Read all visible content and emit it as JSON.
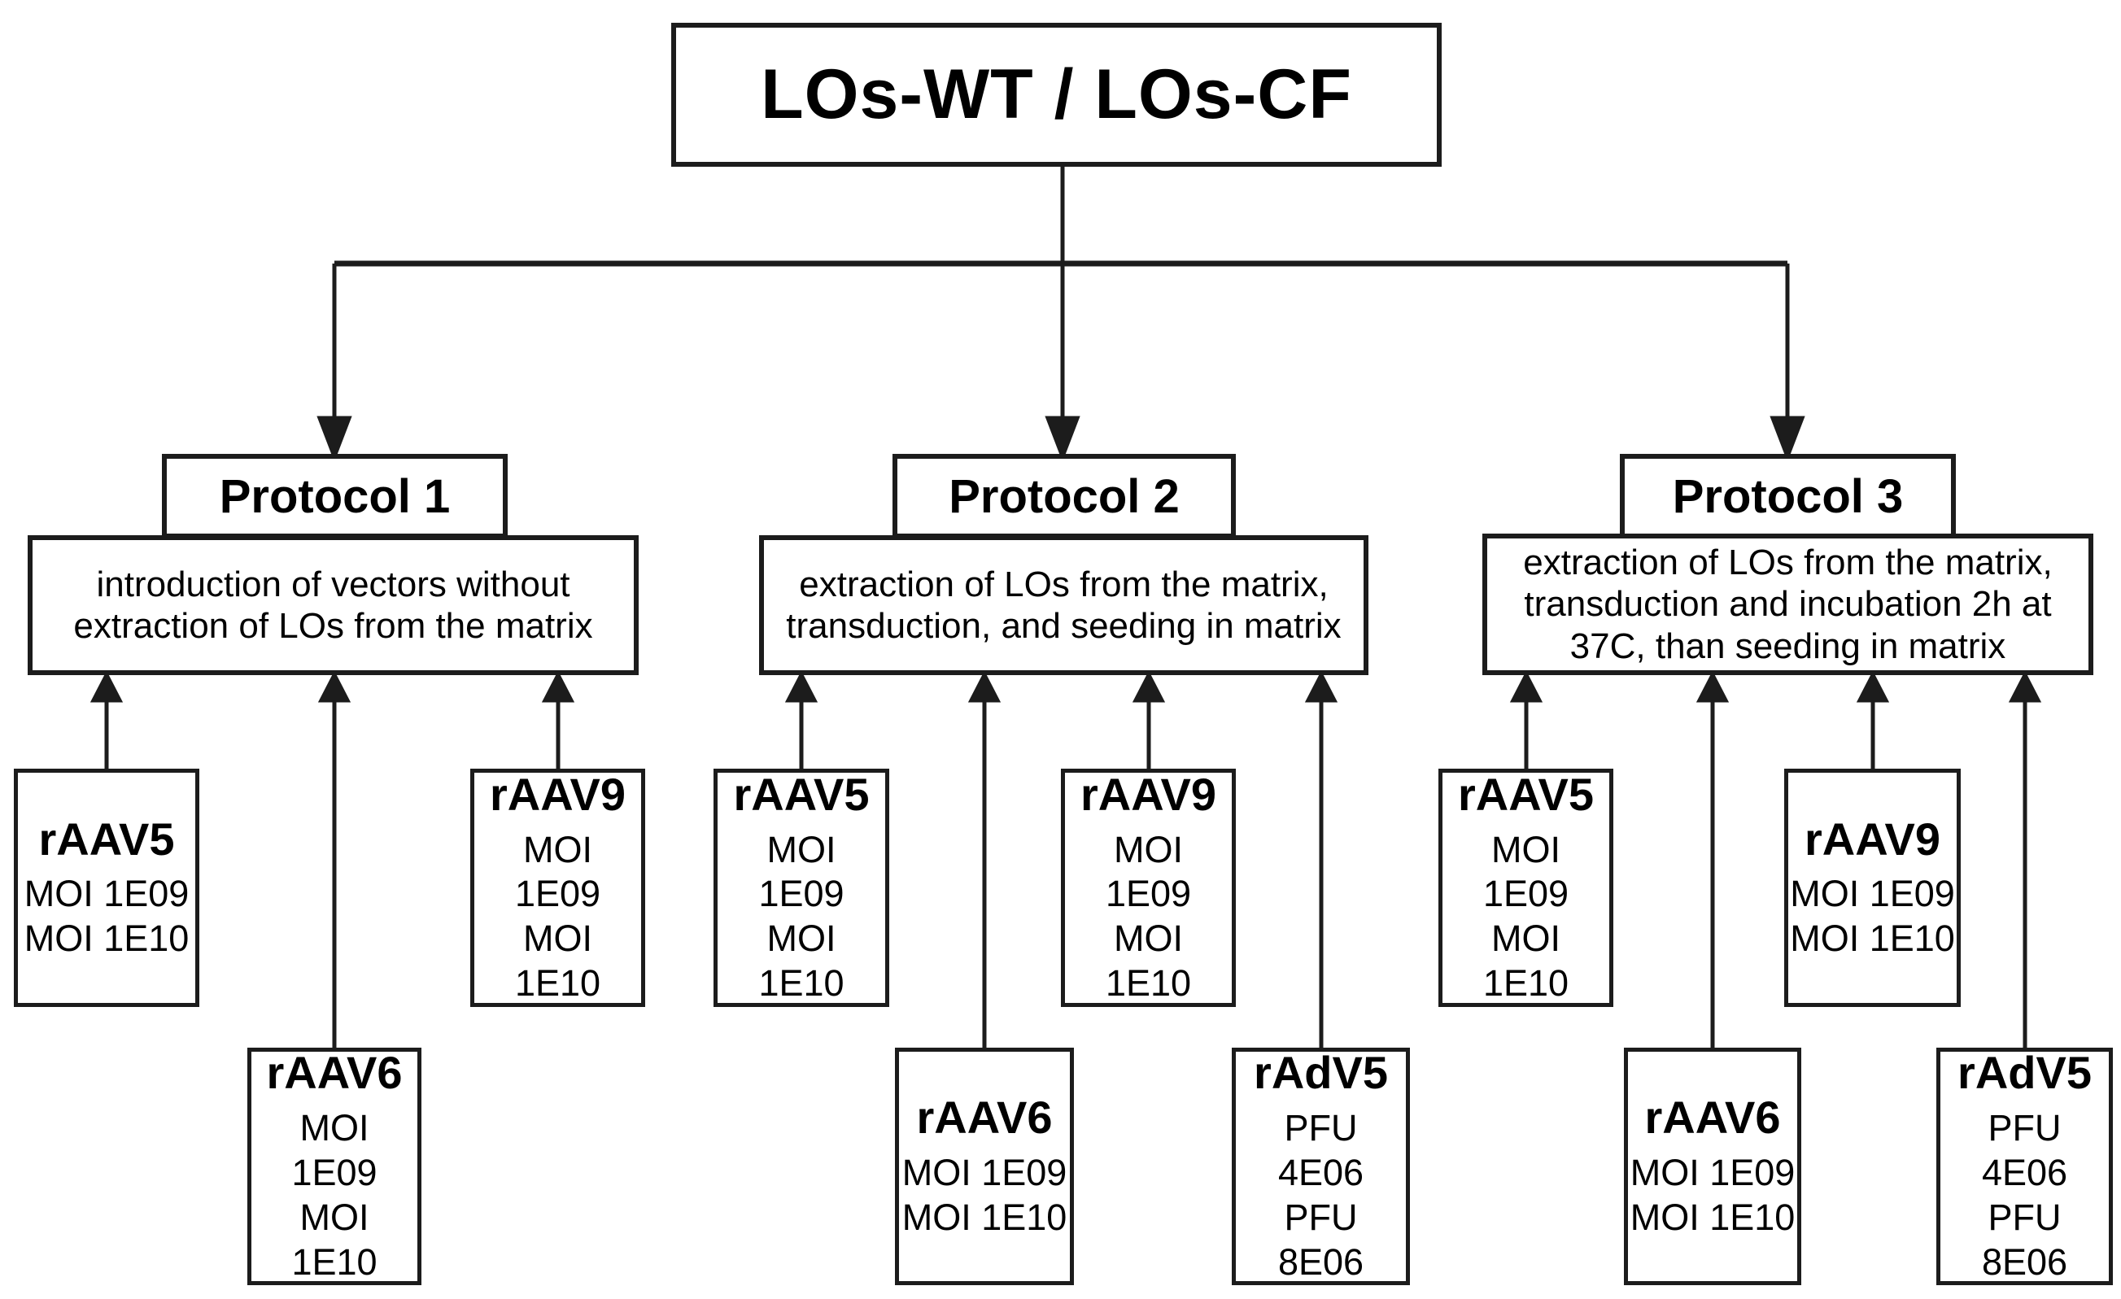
{
  "diagram": {
    "root_label": "LOs-WT / LOs-CF",
    "protocols": [
      {
        "title": "Protocol 1",
        "description": "introduction of vectors without extraction of LOs from the matrix",
        "vectors": [
          {
            "name": "rAAV5",
            "doses": [
              "MOI 1E09",
              "MOI 1E10"
            ]
          },
          {
            "name": "rAAV6",
            "doses": [
              "MOI 1E09",
              "MOI 1E10"
            ]
          },
          {
            "name": "rAAV9",
            "doses": [
              "MOI 1E09",
              "MOI 1E10"
            ]
          }
        ]
      },
      {
        "title": "Protocol 2",
        "description": "extraction of LOs from the matrix, transduction, and seeding in matrix",
        "vectors": [
          {
            "name": "rAAV5",
            "doses": [
              "MOI 1E09",
              "MOI 1E10"
            ]
          },
          {
            "name": "rAAV6",
            "doses": [
              "MOI 1E09",
              "MOI 1E10"
            ]
          },
          {
            "name": "rAAV9",
            "doses": [
              "MOI 1E09",
              "MOI 1E10"
            ]
          },
          {
            "name": "rAdV5",
            "doses": [
              "PFU 4E06",
              "PFU 8E06"
            ]
          }
        ]
      },
      {
        "title": "Protocol 3",
        "description": "extraction of LOs from the matrix, transduction and incubation 2h at 37C, than seeding in matrix",
        "vectors": [
          {
            "name": "rAAV5",
            "doses": [
              "MOI 1E09",
              "MOI 1E10"
            ]
          },
          {
            "name": "rAAV6",
            "doses": [
              "MOI 1E09",
              "MOI 1E10"
            ]
          },
          {
            "name": "rAAV9",
            "doses": [
              "MOI 1E09",
              "MOI 1E10"
            ]
          },
          {
            "name": "rAdV5",
            "doses": [
              "PFU 4E06",
              "PFU 8E06"
            ]
          }
        ]
      }
    ]
  },
  "colors": {
    "line": "#1c1c1c",
    "text": "#000000",
    "background": "#ffffff"
  }
}
